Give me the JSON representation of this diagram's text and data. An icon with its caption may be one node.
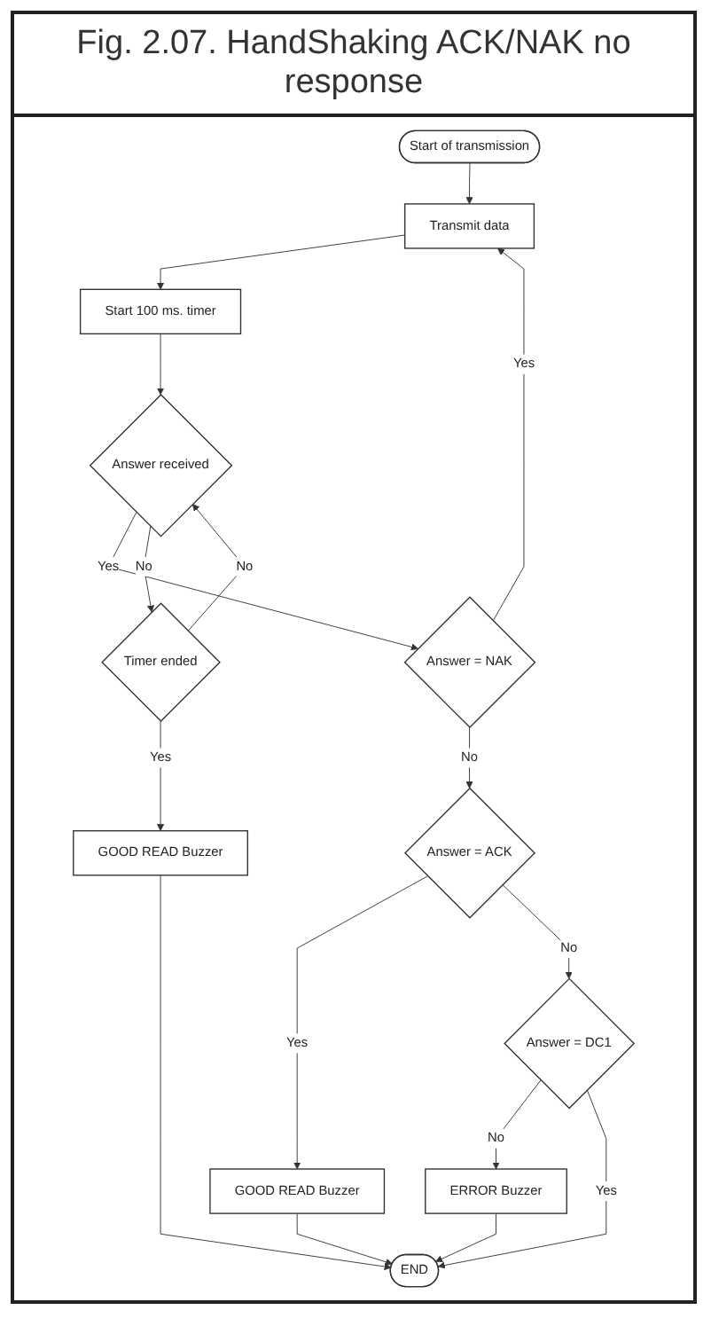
{
  "diagram": {
    "title": "Fig. 2.07. HandShaking ACK/NAK no response",
    "nodes": [
      {
        "text": [
          "Start of transmission"
        ]
      },
      {
        "text": [
          "Transmit data"
        ]
      },
      {
        "text": [
          "Start 100 ms. timer"
        ]
      },
      {
        "text": [
          "Answer received"
        ]
      },
      {
        "text": [
          "Timer ended"
        ]
      },
      {
        "text": [
          "Answer = NAK"
        ]
      },
      {
        "text": [
          "Answer = ACK"
        ]
      },
      {
        "text": [
          "Answer = DC1"
        ]
      },
      {
        "text": [
          "GOOD READ Buzzer"
        ]
      },
      {
        "text": [
          "ERROR Buzzer"
        ]
      },
      {
        "text": [
          "GOOD READ Buzzer"
        ]
      },
      {
        "text": [
          "END"
        ]
      }
    ],
    "edges": [
      {
        "from": 0,
        "to": 1,
        "arrow": "to"
      },
      {
        "from": 1,
        "to": 2,
        "arrow": "to"
      },
      {
        "from": 2,
        "to": 3,
        "arrow": "to"
      },
      {
        "from": 3,
        "to": 5,
        "label": "Yes",
        "arrow": "to"
      },
      {
        "from": 3,
        "to": 4,
        "label": "No",
        "arrow": "to"
      },
      {
        "from": 4,
        "to": 3,
        "label": "No",
        "arrow": "to"
      },
      {
        "from": 4,
        "to": 8,
        "label": "Yes",
        "arrow": "to"
      },
      {
        "from": 5,
        "to": 1,
        "label": "Yes",
        "arrow": "to"
      },
      {
        "from": 5,
        "to": 6,
        "label": "No",
        "arrow": "to"
      },
      {
        "from": 6,
        "to": 10,
        "label": "Yes",
        "arrow": "to"
      },
      {
        "from": 6,
        "to": 7,
        "label": "No",
        "arrow": "to"
      },
      {
        "from": 7,
        "to": 9,
        "label": "No",
        "arrow": "to"
      },
      {
        "from": 7,
        "to": 11,
        "label": "Yes",
        "arrow": "to"
      },
      {
        "from": 8,
        "to": 11,
        "arrow": "to"
      },
      {
        "from": 9,
        "to": 11,
        "arrow": "to"
      },
      {
        "from": 10,
        "to": 11,
        "arrow": "to"
      }
    ]
  }
}
